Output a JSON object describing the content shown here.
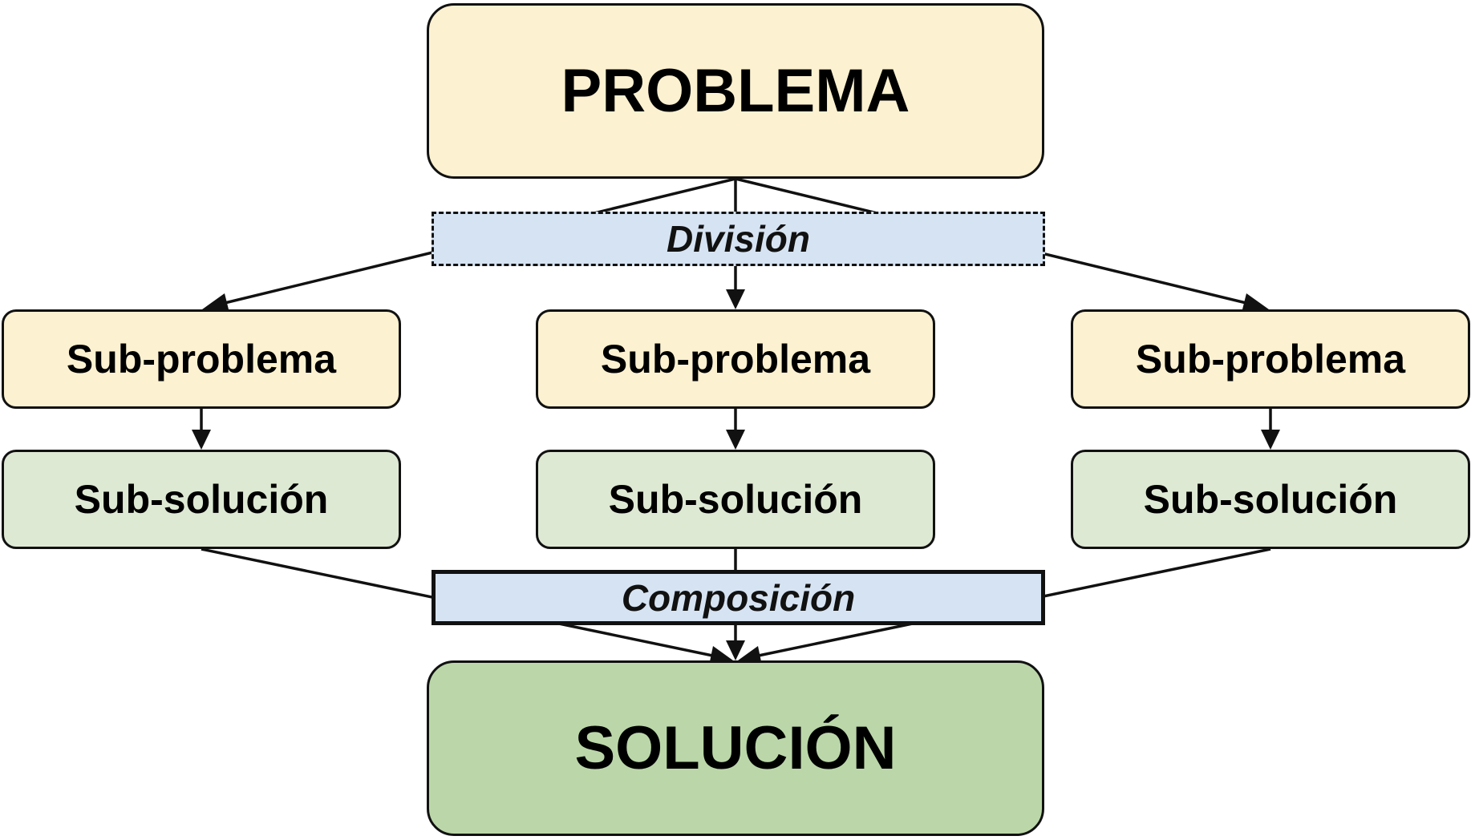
{
  "colors": {
    "problem_fill": "#fcf1d0",
    "subproblem_fill": "#fcf1d0",
    "subsolution_fill": "#dee9d4",
    "solution_fill": "#bbd7a9",
    "band_fill": "#d6e3f2",
    "stroke": "#111111"
  },
  "problem": {
    "label": "PROBLEMA"
  },
  "division": {
    "label": "División"
  },
  "subproblems": [
    {
      "label": "Sub-problema"
    },
    {
      "label": "Sub-problema"
    },
    {
      "label": "Sub-problema"
    }
  ],
  "subsolutions": [
    {
      "label": "Sub-solución"
    },
    {
      "label": "Sub-solución"
    },
    {
      "label": "Sub-solución"
    }
  ],
  "composition": {
    "label": "Composición"
  },
  "solution": {
    "label": "SOLUCIÓN"
  }
}
